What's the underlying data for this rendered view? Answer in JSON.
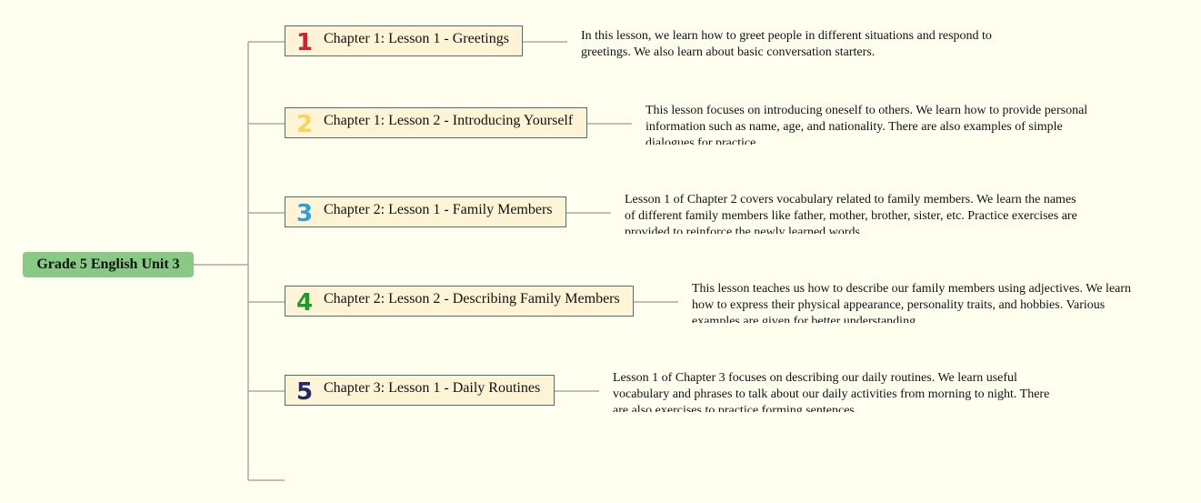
{
  "root": {
    "label": "Grade 5 English Unit 3"
  },
  "lessons": [
    {
      "number": "1",
      "color": "#d6202f",
      "title": "Chapter 1: Lesson 1 - Greetings",
      "description": "In this lesson, we learn how to greet people in different situations and respond to greetings. We also learn about basic conversation starters."
    },
    {
      "number": "2",
      "color": "#f5d65a",
      "title": "Chapter 1: Lesson 2 - Introducing Yourself",
      "description": "This lesson focuses on introducing oneself to others. We learn how to provide personal information such as name, age, and nationality. There are also examples of simple dialogues for practice."
    },
    {
      "number": "3",
      "color": "#2e9fd8",
      "title": "Chapter 2: Lesson 1 - Family Members",
      "description": "Lesson 1 of Chapter 2 covers vocabulary related to family members. We learn the names of different family members like father, mother, brother, sister, etc. Practice exercises are provided to reinforce the newly learned words."
    },
    {
      "number": "4",
      "color": "#1e9a2a",
      "title": "Chapter 2: Lesson 2 - Describing Family Members",
      "description": "This lesson teaches us how to describe our family members using adjectives. We learn how to express their physical appearance, personality traits, and hobbies. Various examples are given for better understanding."
    },
    {
      "number": "5",
      "color": "#1f2a6e",
      "title": "Chapter 3: Lesson 1 - Daily Routines",
      "description": "Lesson 1 of Chapter 3 focuses on describing our daily routines. We learn useful vocabulary and phrases to talk about our daily activities from morning to night. There are also exercises to practice forming sentences."
    }
  ]
}
